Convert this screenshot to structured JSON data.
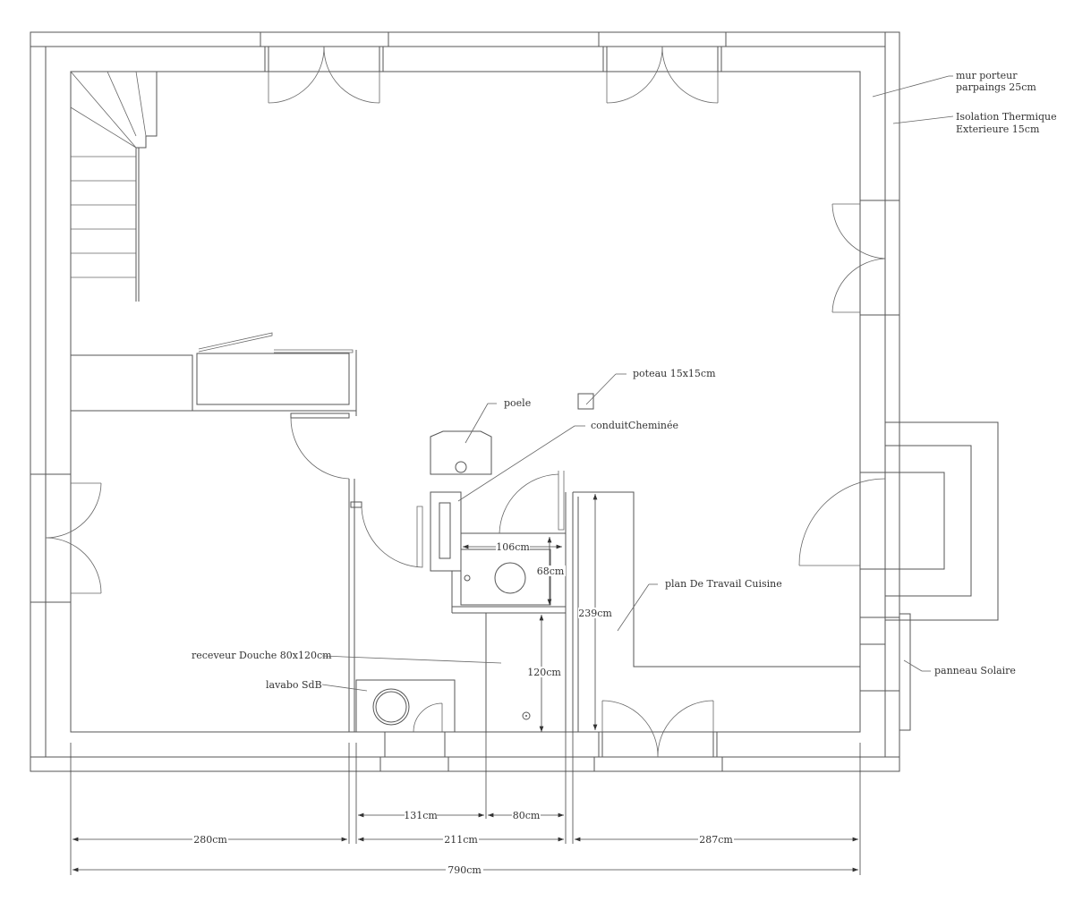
{
  "annotations": {
    "mur_porteur_1": "mur porteur",
    "mur_porteur_2": "parpaings 25cm",
    "isolation_1": "Isolation Thermique",
    "isolation_2": "Exterieure 15cm",
    "poteau": "poteau 15x15cm",
    "poele": "poele",
    "conduit": "conduitCheminée",
    "plan_travail": "plan De Travail Cuisine",
    "receveur": "receveur Douche 80x120cm",
    "lavabo": "lavabo SdB",
    "panneau": "panneau Solaire"
  },
  "dimensions": {
    "d106": "106cm",
    "d68": "68cm",
    "d239": "239cm",
    "d120": "120cm",
    "d131": "131cm",
    "d80": "80cm",
    "d280": "280cm",
    "d211": "211cm",
    "d287": "287cm",
    "d790": "790cm"
  }
}
